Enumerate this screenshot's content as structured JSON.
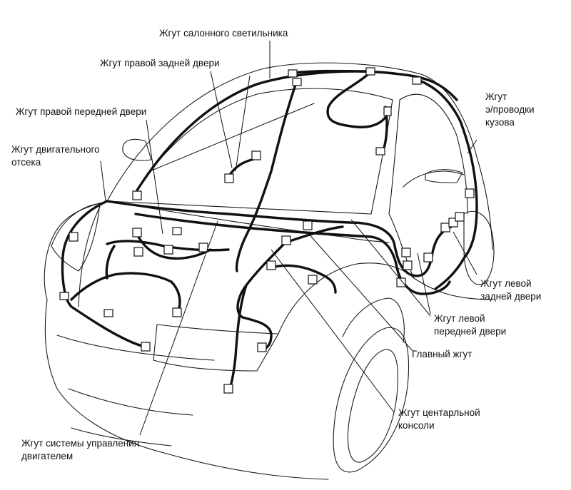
{
  "labels": {
    "interior_lamp": "Жгут салонного светильника",
    "right_rear_door": "Жгут правой задней двери",
    "right_front_door": "Жгут правой передней двери",
    "engine_bay_l1": "Жгут двигательного",
    "engine_bay_l2": "отсека",
    "body_l1": "Жгут",
    "body_l2": "э/проводки",
    "body_l3": "кузова",
    "left_rear_door_l1": "Жгут левой",
    "left_rear_door_l2": "задней двери",
    "left_front_door_l1": "Жгут левой",
    "left_front_door_l2": "передней двери",
    "main": "Главный жгут",
    "center_console_l1": "Жгут центарльной",
    "center_console_l2": "консоли",
    "engine_control_l1": "Жгут системы управления",
    "engine_control_l2": "двигателем"
  }
}
